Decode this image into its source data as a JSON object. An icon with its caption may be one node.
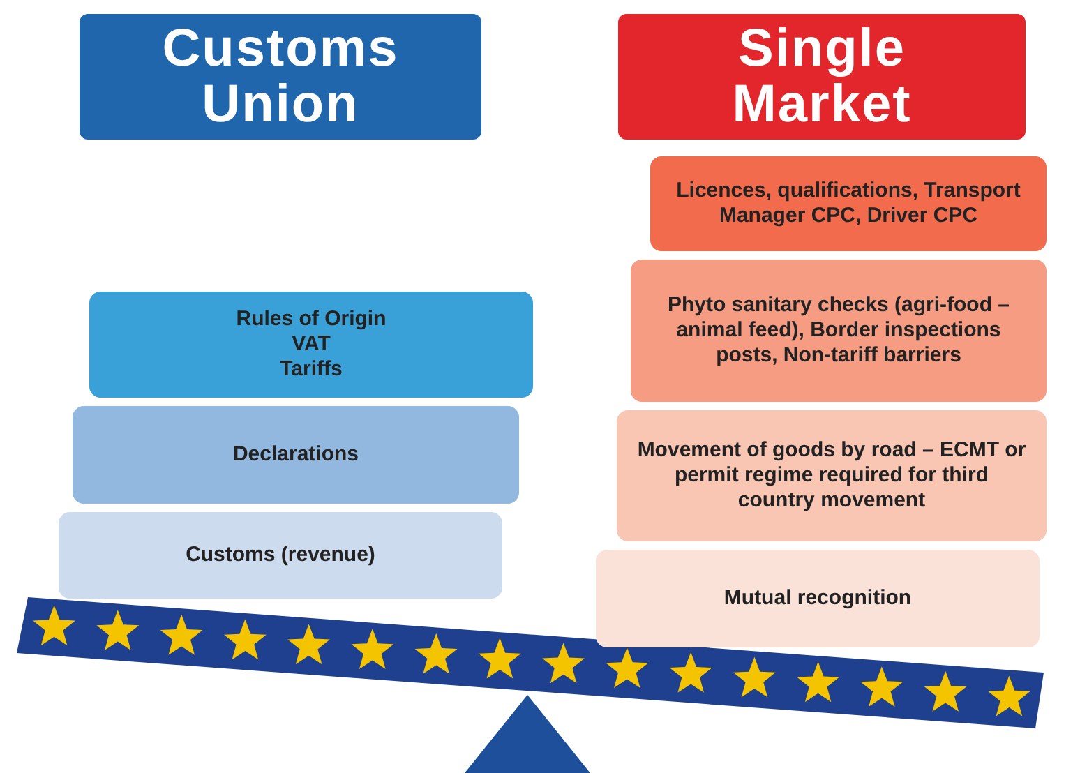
{
  "diagram": {
    "nodes": [
      {
        "text": [
          "Customs Union"
        ]
      },
      {
        "text": [
          "Single Market"
        ]
      },
      {
        "text": [
          "Rules of Origin",
          "VAT",
          "Tariffs"
        ]
      },
      {
        "text": [
          "Declarations"
        ]
      },
      {
        "text": [
          "Customs (revenue)"
        ]
      },
      {
        "text": [
          "Licences, qualifications, Transport Manager CPC, Driver CPC"
        ]
      },
      {
        "text": [
          "Phyto sanitary checks (agri-food – animal feed), Border inspections posts, Non-tariff barriers"
        ]
      },
      {
        "text": [
          "Movement of goods by road – ECMT or permit regime required for third country movement"
        ]
      },
      {
        "text": [
          "Mutual recognition"
        ]
      }
    ],
    "edges": []
  }
}
